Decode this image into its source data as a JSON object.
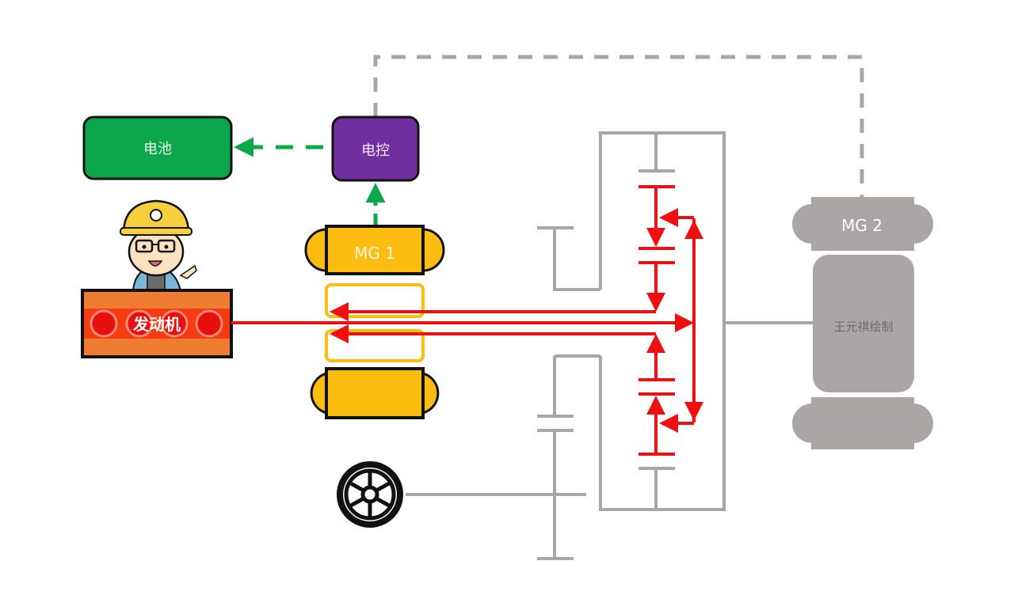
{
  "title": "混动系统能量流示意图",
  "colors": {
    "battery": "#0ca74a",
    "controller": "#7030a0",
    "mg1": "#fdbd10",
    "engine_body": "#ef7d31",
    "engine_band": "#f43b12",
    "power_flow": "#ee1010",
    "electric_flow": "#0ca74a",
    "inactive": "#a9a6a6"
  },
  "nodes": {
    "battery": {
      "label": "电池"
    },
    "controller": {
      "label": "电控"
    },
    "engine": {
      "label": "发动机",
      "cylinders": 4
    },
    "mg1": {
      "label": "MG 1"
    },
    "mg2": {
      "label": "MG 2",
      "watermark": "王元祺绘制"
    },
    "wheel": {
      "label": ""
    }
  },
  "flows": [
    {
      "from": "engine",
      "to": "planetary-carrier",
      "type": "power",
      "style": "solid"
    },
    {
      "from": "planetary-pinions",
      "to": "mg1",
      "type": "power",
      "style": "solid"
    },
    {
      "from": "mg1",
      "to": "controller",
      "type": "electric",
      "style": "dashed"
    },
    {
      "from": "controller",
      "to": "battery",
      "type": "electric",
      "style": "dashed"
    },
    {
      "from": "controller",
      "to": "mg2",
      "type": "inactive",
      "style": "dashed"
    }
  ]
}
